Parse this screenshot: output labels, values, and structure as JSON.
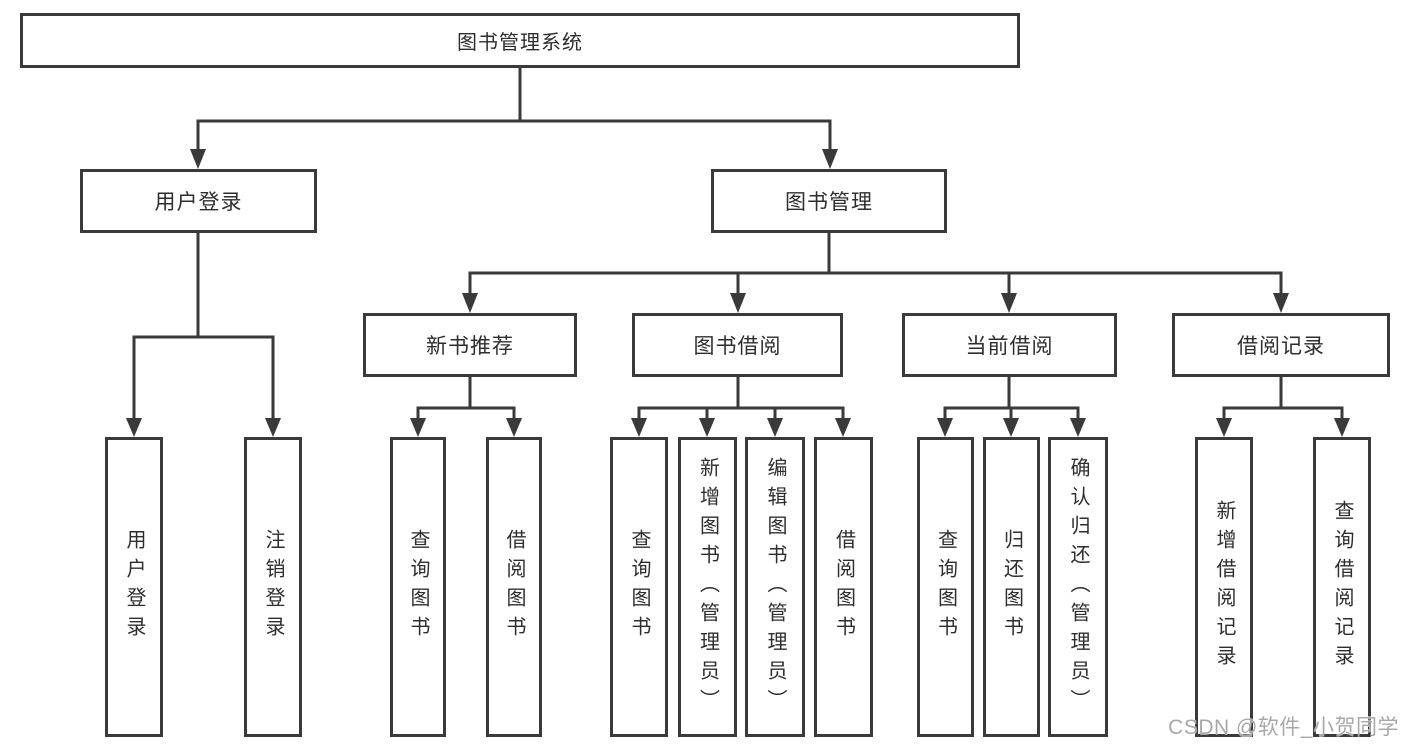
{
  "colors": {
    "line": "#3a3a3a",
    "box-border": "#3a3a3a",
    "box-fill": "#ffffff",
    "text": "#2e2e2e",
    "background": "#ffffff",
    "watermark": "#a8a8a8"
  },
  "watermark": "CSDN @软件_小贺同学",
  "chart_type": "hierarchy-diagram",
  "tree": {
    "root": "图书管理系统",
    "branches": [
      {
        "label": "用户登录",
        "leaves": [
          "用户登录",
          "注销登录"
        ]
      },
      {
        "label": "图书管理",
        "groups": [
          {
            "label": "新书推荐",
            "leaves": [
              "查询图书",
              "借阅图书"
            ]
          },
          {
            "label": "图书借阅",
            "leaves": [
              "查询图书",
              "新增图书（管理员）",
              "编辑图书（管理员）",
              "借阅图书"
            ]
          },
          {
            "label": "当前借阅",
            "leaves": [
              "查询图书",
              "归还图书",
              "确认归还（管理员）"
            ]
          },
          {
            "label": "借阅记录",
            "leaves": [
              "新增借阅记录",
              "查询借阅记录"
            ]
          }
        ]
      }
    ]
  }
}
